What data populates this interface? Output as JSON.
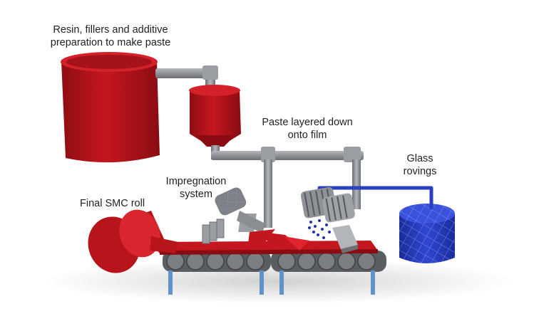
{
  "labels": {
    "resin_line1": "Resin, fillers and additive",
    "resin_line2": "preparation to make paste",
    "paste_line1": "Paste layered down",
    "paste_line2": "onto film",
    "glass_line1": "Glass",
    "glass_line2": "rovings",
    "impreg_line1": "Impregnation",
    "impreg_line2": "system",
    "final": "Final SMC roll"
  },
  "colors": {
    "resin_red": "#b8141c",
    "resin_red_dark": "#7e0b10",
    "resin_red_light": "#d9262e",
    "pipe_gray": "#8a8d92",
    "pipe_gray_dark": "#5e6166",
    "roller_dark": "#3f4246",
    "leg_blue": "#5f93c9",
    "glass_blue": "#2a3fbf",
    "glass_blue_dark": "#172a8a"
  }
}
